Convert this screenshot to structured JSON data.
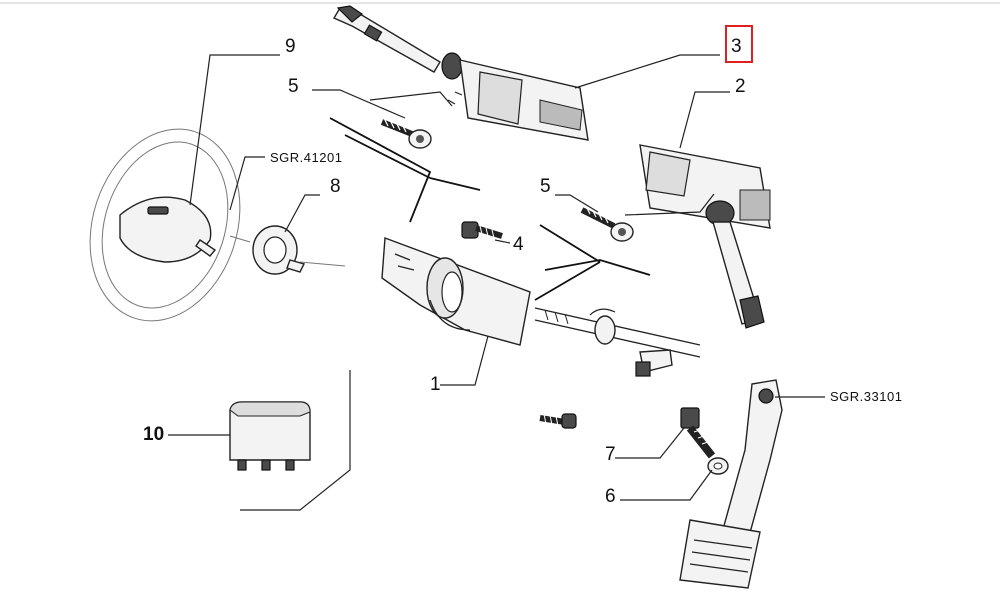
{
  "callouts": {
    "c1": "1",
    "c2": "2",
    "c3": "3",
    "c4": "4",
    "c5a": "5",
    "c5b": "5",
    "c6": "6",
    "c7": "7",
    "c8": "8",
    "c9": "9",
    "c10": "10"
  },
  "references": {
    "steering": "SGR.41201",
    "pedal": "SGR.33101"
  },
  "highlight_color": "#e02020"
}
